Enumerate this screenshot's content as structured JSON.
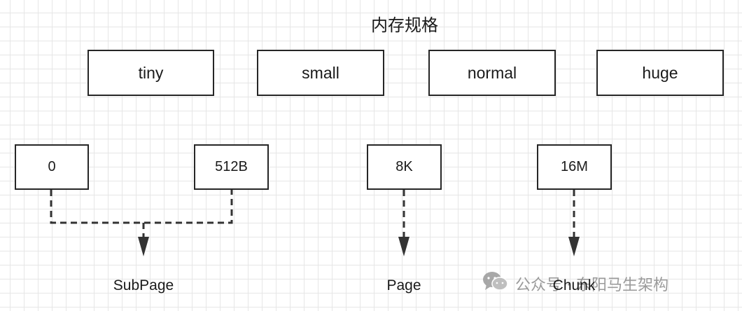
{
  "title": "内存规格",
  "categories": [
    "tiny",
    "small",
    "normal",
    "huge"
  ],
  "sizes": [
    "0",
    "512B",
    "8K",
    "16M"
  ],
  "targets": [
    "SubPage",
    "Page",
    "Chunk"
  ],
  "watermark": {
    "icon": "wechat-icon",
    "text": "公众号 · 东阳马生架构"
  },
  "colors": {
    "line": "#333333",
    "grid": "#e6e6e6",
    "border": "#262626"
  }
}
